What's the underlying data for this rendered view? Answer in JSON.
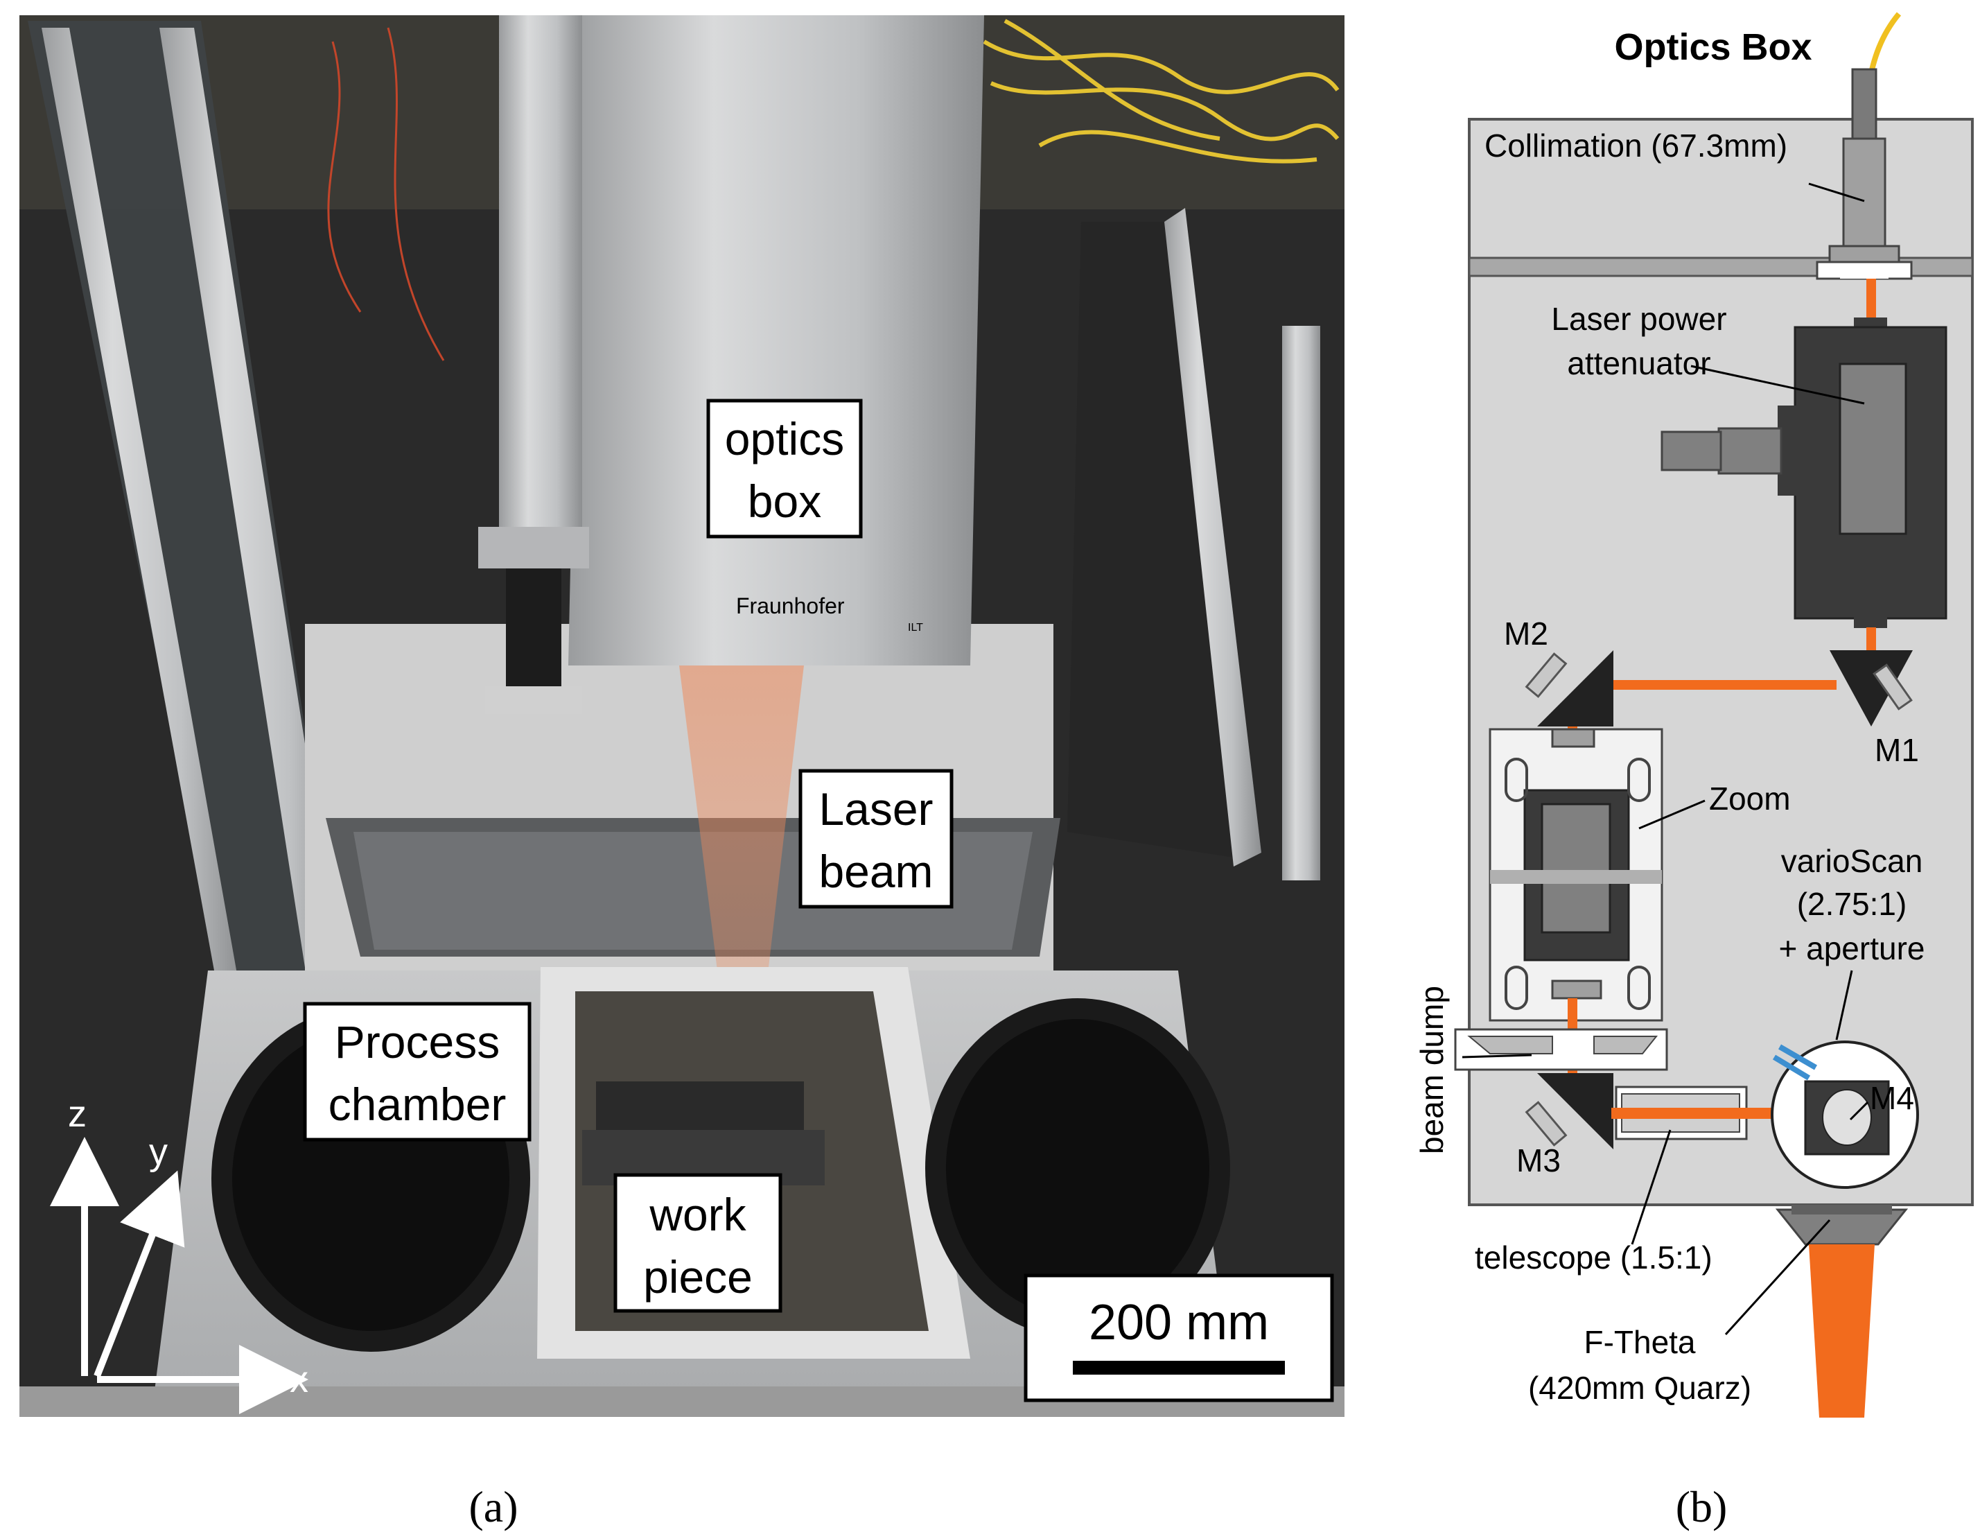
{
  "panel_a": {
    "labels": {
      "optics_box_line1": "optics",
      "optics_box_line2": "box",
      "laser_beam_line1": "Laser",
      "laser_beam_line2": "beam",
      "process_chamber_line1": "Process",
      "process_chamber_line2": "chamber",
      "work_piece_line1": "work",
      "work_piece_line2": "piece",
      "brand": "Fraunhofer",
      "brand_sub": "ILT"
    },
    "axes": {
      "z": "z",
      "y": "y",
      "x": "x"
    },
    "scale_bar": "200 mm",
    "caption": "(a)"
  },
  "panel_b": {
    "title": "Optics Box",
    "labels": {
      "collimation": "Collimation (67.3mm)",
      "attenuator_line1": "Laser power",
      "attenuator_line2": "attenuator",
      "m1": "M1",
      "m2": "M2",
      "m3": "M3",
      "m4": "M4",
      "zoom": "Zoom",
      "varioscan_line1": "varioScan",
      "varioscan_line2": "(2.75:1)",
      "varioscan_line3": "+ aperture",
      "beam_dump": "beam dump",
      "telescope": "telescope (1.5:1)",
      "ftheta_line1": "F-Theta",
      "ftheta_line2": "(420mm Quarz)"
    },
    "caption": "(b)",
    "colors": {
      "beam": "#f26b1d",
      "box_fill": "#d6d6d6",
      "dark": "#3a3a3a"
    }
  }
}
